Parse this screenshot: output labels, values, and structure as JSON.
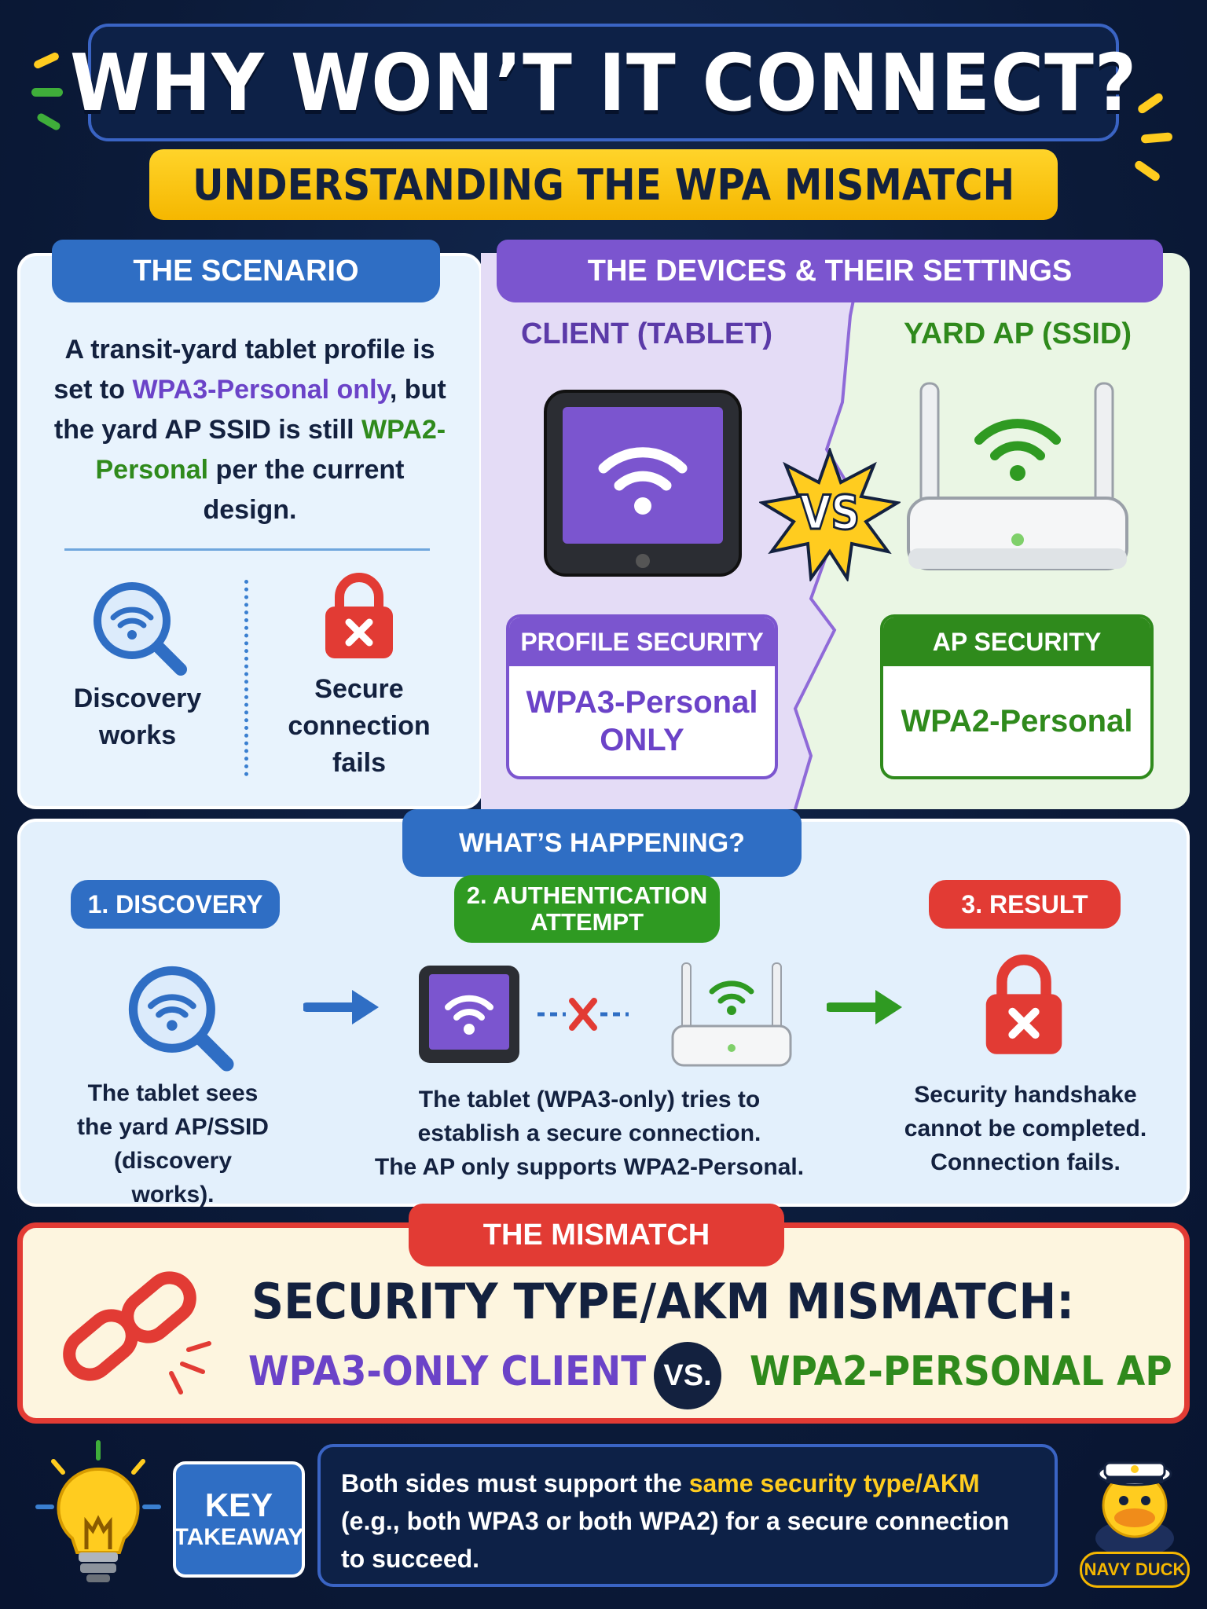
{
  "header": {
    "title": "WHY WON’T IT CONNECT?",
    "subtitle": "UNDERSTANDING THE WPA MISMATCH"
  },
  "scenario": {
    "heading": "THE SCENARIO",
    "text_1": "A transit-yard tablet profile is set to ",
    "text_highlight_1": "WPA3-Personal only",
    "text_2": ", but the yard AP SSID is still ",
    "text_highlight_2": "WPA2-Personal",
    "text_3": " per the current design.",
    "discovery_caption": "Discovery works",
    "failure_caption": "Secure connection fails"
  },
  "devices": {
    "heading": "THE DEVICES & THEIR SETTINGS",
    "client_label": "CLIENT (TABLET)",
    "ap_label": "YARD AP (SSID)",
    "vs_label": "VS",
    "profile_security_heading": "PROFILE SECURITY",
    "profile_security_value_1": "WPA3-Personal",
    "profile_security_value_2": "ONLY",
    "ap_security_heading": "AP SECURITY",
    "ap_security_value": "WPA2-Personal"
  },
  "flow": {
    "heading": "WHAT’S HAPPENING?",
    "step1_label": "1. DISCOVERY",
    "step1_text": "The tablet sees the yard AP/SSID (discovery works).",
    "step2_label_1": "2. AUTHENTICATION",
    "step2_label_2": "ATTEMPT",
    "step2_text_1": "The tablet (WPA3-only) tries to",
    "step2_text_2": "establish a secure connection.",
    "step2_text_3": "The AP only supports WPA2-Personal.",
    "step3_label": "3. RESULT",
    "step3_text": "Security handshake cannot be completed. Connection fails."
  },
  "mismatch": {
    "heading": "THE MISMATCH",
    "title": "SECURITY TYPE/AKM MISMATCH:",
    "left": "WPA3-ONLY CLIENT",
    "vs": "VS.",
    "right": "WPA2-PERSONAL AP"
  },
  "takeaway": {
    "label_1": "KEY",
    "label_2": "TAKEAWAY",
    "text_1": "Both sides must support the ",
    "text_highlight": "same security type/AKM",
    "text_2": " (e.g., both WPA3 or both WPA2) for a secure connection to succeed."
  },
  "brand": "NAVY DUCK",
  "colors": {
    "background": "#0b1a38",
    "blue": "#2f6ec4",
    "purple": "#7b55cf",
    "green": "#2f8a1c",
    "red": "#e23b34",
    "yellow": "#f5b700"
  }
}
